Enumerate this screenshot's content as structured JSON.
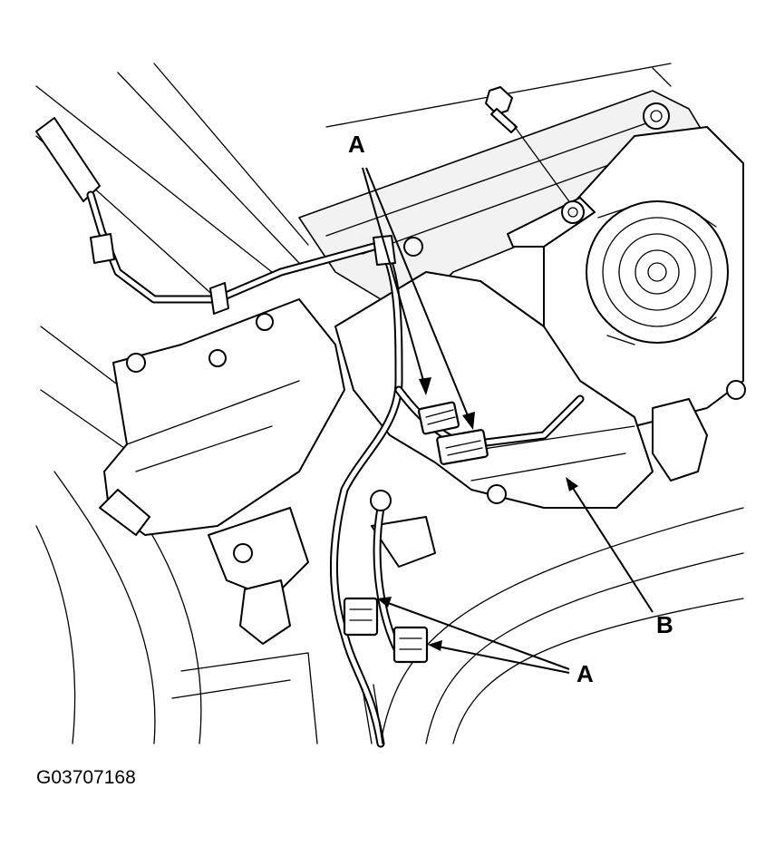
{
  "callouts": {
    "a_top": "A",
    "a_bottom": "A",
    "b": "B"
  },
  "figure_id": "G03707168"
}
